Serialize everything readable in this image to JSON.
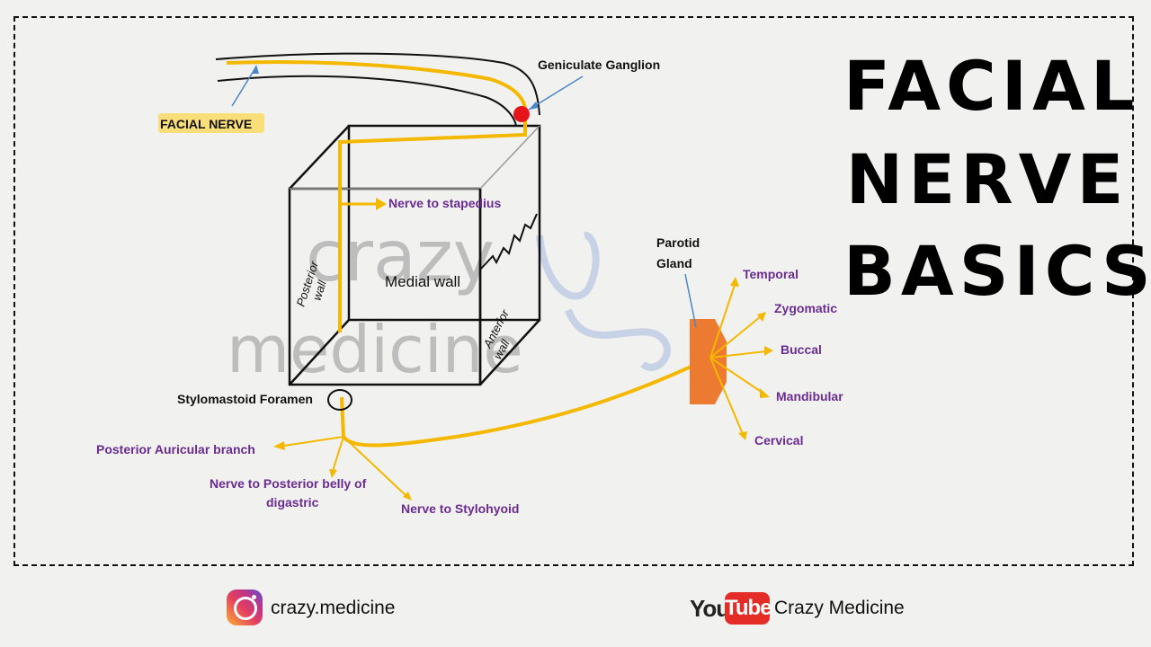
{
  "title": {
    "line1": "FACIAL",
    "line2": "NERVE",
    "line3": "BASICS"
  },
  "labels": {
    "facial_nerve": "FACIAL NERVE",
    "geniculate_ganglion": "Geniculate Ganglion",
    "nerve_to_stapedius": "Nerve to stapedius",
    "medial_wall": "Medial wall",
    "posterior_wall_1": "Posterior",
    "posterior_wall_2": "wall",
    "anterior_wall_1": "Anterior",
    "anterior_wall_2": "wall",
    "stylomastoid_foramen": "Stylomastoid Foramen",
    "posterior_auricular": "Posterior Auricular branch",
    "posterior_belly_1": "Nerve to Posterior belly of",
    "posterior_belly_2": "digastric",
    "stylohyoid": "Nerve to Stylohyoid",
    "parotid_1": "Parotid",
    "parotid_2": "Gland",
    "temporal": "Temporal",
    "zygomatic": "Zygomatic",
    "buccal": "Buccal",
    "mandibular": "Mandibular",
    "cervical": "Cervical"
  },
  "watermark": {
    "line1": "crazy",
    "line2": "medicine"
  },
  "footer": {
    "instagram_handle": "crazy.medicine",
    "youtube_you": "You",
    "youtube_tube": "Tube",
    "youtube_channel": "Crazy Medicine"
  },
  "colors": {
    "nerve": "#f5b800",
    "branch_label": "#6a2c91",
    "ganglion": "#e8141c",
    "parotid": "#ec7a30",
    "highlight": "#ffd43b"
  },
  "icons": {
    "instagram": "instagram-icon",
    "youtube": "youtube-logo"
  }
}
